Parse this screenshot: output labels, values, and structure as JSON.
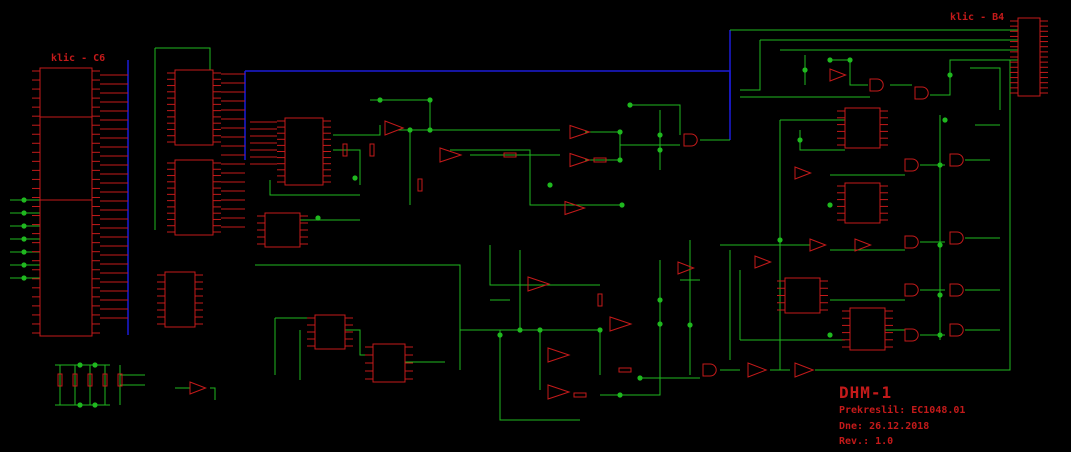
{
  "connectors": {
    "left": "klic - C6",
    "right": "klic - B4"
  },
  "title_block": {
    "title": "DHM-1",
    "drawn_by": "Prekreslil: EC1048.01",
    "date": "Dne: 26.12.2018",
    "revision": "Rev.: 1.0"
  },
  "colors": {
    "background": "#000000",
    "wire": "#1fb81f",
    "component": "#c41a1a",
    "bus": "#1c1cd8",
    "junction": "#1fb81f",
    "text": "#c41a1a"
  }
}
